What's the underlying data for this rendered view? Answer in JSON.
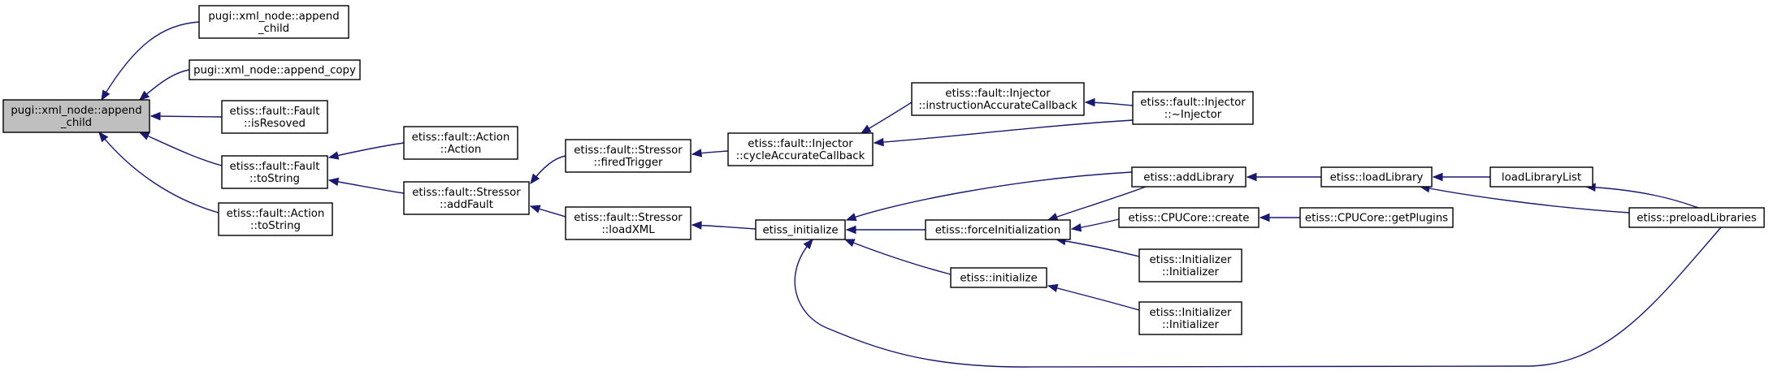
{
  "colors": {
    "edge": "#191970",
    "root_fill": "#bfbfbf",
    "node_fill": "#ffffff",
    "node_border": "#000000"
  },
  "nodes": {
    "root": {
      "lines": [
        "pugi::xml_node::append",
        "_child"
      ]
    },
    "append_child": {
      "lines": [
        "pugi::xml_node::append",
        "_child"
      ]
    },
    "append_copy": {
      "lines": [
        "pugi::xml_node::append_copy"
      ]
    },
    "isResoved": {
      "lines": [
        "etiss::fault::Fault",
        "::isResoved"
      ]
    },
    "fault_toString": {
      "lines": [
        "etiss::fault::Fault",
        "::toString"
      ]
    },
    "action_toString": {
      "lines": [
        "etiss::fault::Action",
        "::toString"
      ]
    },
    "action_action": {
      "lines": [
        "etiss::fault::Action",
        "::Action"
      ]
    },
    "addFault": {
      "lines": [
        "etiss::fault::Stressor",
        "::addFault"
      ]
    },
    "firedTrigger": {
      "lines": [
        "etiss::fault::Stressor",
        "::firedTrigger"
      ]
    },
    "loadXML": {
      "lines": [
        "etiss::fault::Stressor",
        "::loadXML"
      ]
    },
    "cycleAccurate": {
      "lines": [
        "etiss::fault::Injector",
        "::cycleAccurateCallback"
      ]
    },
    "instrAccurate": {
      "lines": [
        "etiss::fault::Injector",
        "::instructionAccurateCallback"
      ]
    },
    "injectorDtor": {
      "lines": [
        "etiss::fault::Injector",
        "::~Injector"
      ]
    },
    "etiss_initialize": {
      "lines": [
        "etiss_initialize"
      ]
    },
    "addLibrary": {
      "lines": [
        "etiss::addLibrary"
      ]
    },
    "forceInit": {
      "lines": [
        "etiss::forceInitialization"
      ]
    },
    "initialize": {
      "lines": [
        "etiss::initialize"
      ]
    },
    "cpuCreate": {
      "lines": [
        "etiss::CPUCore::create"
      ]
    },
    "initializer1": {
      "lines": [
        "etiss::Initializer",
        "::Initializer"
      ]
    },
    "initializer2": {
      "lines": [
        "etiss::Initializer",
        "::Initializer"
      ]
    },
    "loadLibrary": {
      "lines": [
        "etiss::loadLibrary"
      ]
    },
    "getPlugins": {
      "lines": [
        "etiss::CPUCore::getPlugins"
      ]
    },
    "loadLibraryList": {
      "lines": [
        "loadLibraryList"
      ]
    },
    "preloadLibraries": {
      "lines": [
        "etiss::preloadLibraries"
      ]
    }
  },
  "edges": [
    [
      "append_child",
      "root"
    ],
    [
      "append_copy",
      "root"
    ],
    [
      "isResoved",
      "root"
    ],
    [
      "fault_toString",
      "root"
    ],
    [
      "action_toString",
      "root"
    ],
    [
      "action_action",
      "fault_toString"
    ],
    [
      "addFault",
      "fault_toString"
    ],
    [
      "firedTrigger",
      "addFault"
    ],
    [
      "loadXML",
      "addFault"
    ],
    [
      "cycleAccurate",
      "firedTrigger"
    ],
    [
      "instrAccurate",
      "cycleAccurate"
    ],
    [
      "injectorDtor",
      "cycleAccurate"
    ],
    [
      "injectorDtor",
      "instrAccurate"
    ],
    [
      "etiss_initialize",
      "loadXML"
    ],
    [
      "addLibrary",
      "etiss_initialize"
    ],
    [
      "forceInit",
      "etiss_initialize"
    ],
    [
      "initialize",
      "etiss_initialize"
    ],
    [
      "preloadLibraries",
      "etiss_initialize"
    ],
    [
      "addLibrary",
      "forceInit"
    ],
    [
      "cpuCreate",
      "forceInit"
    ],
    [
      "initializer1",
      "forceInit"
    ],
    [
      "initializer2",
      "initialize"
    ],
    [
      "loadLibrary",
      "addLibrary"
    ],
    [
      "getPlugins",
      "cpuCreate"
    ],
    [
      "loadLibraryList",
      "loadLibrary"
    ],
    [
      "preloadLibraries",
      "loadLibrary"
    ],
    [
      "preloadLibraries",
      "loadLibraryList"
    ]
  ]
}
